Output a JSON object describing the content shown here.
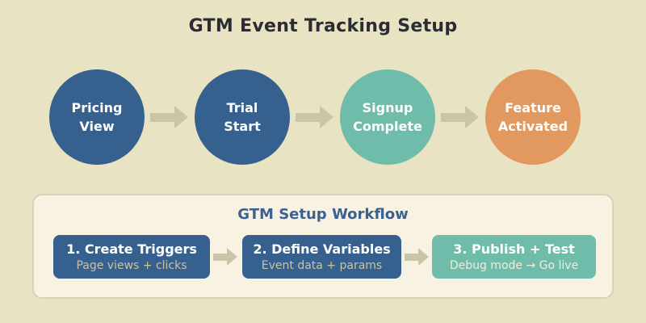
{
  "title": "GTM Event Tracking Setup",
  "colors": {
    "background": "#e8e3c3",
    "panel_background": "#f7f2e2",
    "panel_border": "#d9d2b4",
    "stage_blue": "#36618f",
    "stage_teal": "#6fbcab",
    "stage_orange": "#e2995f",
    "arrow_tan": "#cbc4a6",
    "title_text": "#2c2c34",
    "workflow_title_text": "#3a6191",
    "subtitle_on_blue": "#c9c3a4",
    "subtitle_on_teal": "#f0edda"
  },
  "funnel": {
    "stages": [
      {
        "line1": "Pricing",
        "line2": "View",
        "color": "#36618f"
      },
      {
        "line1": "Trial",
        "line2": "Start",
        "color": "#36618f"
      },
      {
        "line1": "Signup",
        "line2": "Complete",
        "color": "#6fbcab"
      },
      {
        "line1": "Feature",
        "line2": "Activated",
        "color": "#e2995f"
      }
    ]
  },
  "workflow": {
    "title": "GTM Setup Workflow",
    "steps": [
      {
        "title": "1. Create Triggers",
        "subtitle": "Page views + clicks",
        "color": "#36618f"
      },
      {
        "title": "2. Define Variables",
        "subtitle": "Event data + params",
        "color": "#36618f"
      },
      {
        "title": "3. Publish + Test",
        "subtitle": "Debug mode → Go live",
        "color": "#6fbcab"
      }
    ]
  }
}
